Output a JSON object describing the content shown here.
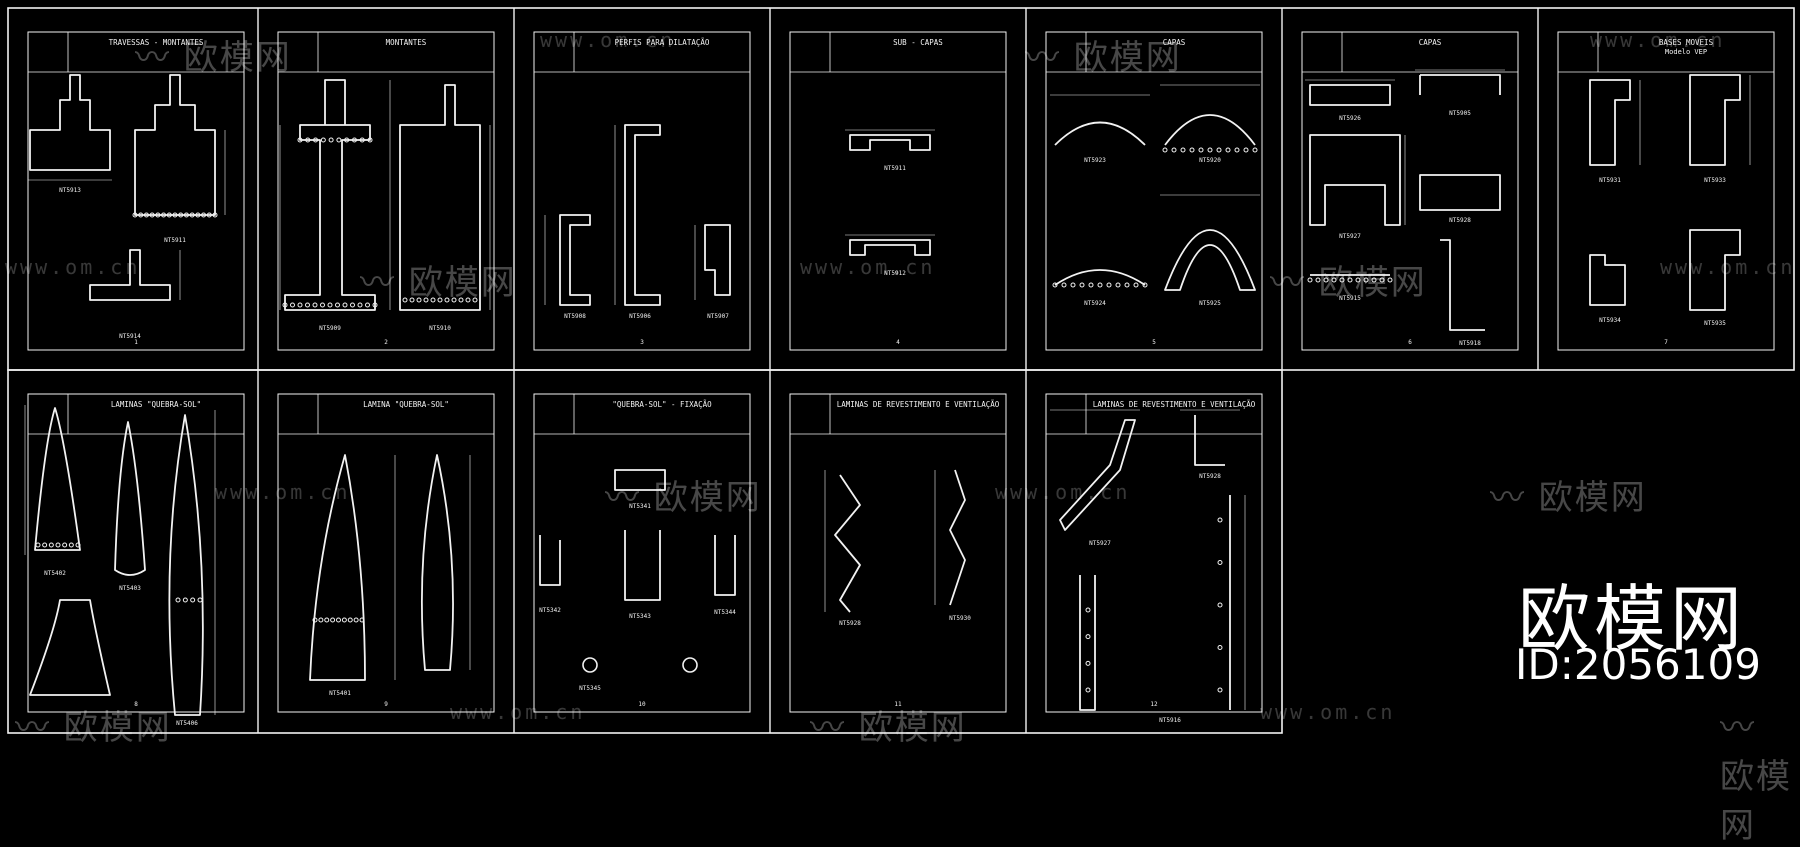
{
  "sheets": [
    {
      "title": "TRAVESSAS - MONTANTES",
      "number": "1",
      "labels": [
        "NT5913",
        "NT5911",
        "NT5914"
      ]
    },
    {
      "title": "MONTANTES",
      "number": "2",
      "labels": [
        "NT5909",
        "NT5910"
      ]
    },
    {
      "title": "PERFIS PARA DILATAÇÃO",
      "number": "3",
      "labels": [
        "NT5908",
        "NT5906",
        "NT5907"
      ]
    },
    {
      "title": "SUB - CAPAS",
      "number": "4",
      "labels": [
        "NT5911",
        "NT5912"
      ]
    },
    {
      "title": "CAPAS",
      "number": "5",
      "labels": [
        "NT5923",
        "NT5920",
        "NT5924",
        "NT5925"
      ]
    },
    {
      "title": "CAPAS",
      "number": "6",
      "labels": [
        "NT5926",
        "NT5905",
        "NT5927",
        "NT5928",
        "NT5915",
        "NT5918"
      ]
    },
    {
      "title": "BASES MOVEIS",
      "subtitle": "Modelo VEP",
      "number": "7",
      "labels": [
        "NT5931",
        "NT5933",
        "NT5934",
        "NT5935"
      ]
    },
    {
      "title": "LAMINAS \"QUEBRA-SOL\"",
      "number": "8",
      "labels": [
        "NT5402",
        "NT5403",
        "NT5406"
      ]
    },
    {
      "title": "LAMINA \"QUEBRA-SOL\"",
      "number": "9",
      "labels": [
        "NT5401"
      ]
    },
    {
      "title": "\"QUEBRA-SOL\" - FIXAÇÃO",
      "number": "10",
      "labels": [
        "NT5341",
        "NT5342",
        "NT5343",
        "NT5344",
        "NT5345"
      ]
    },
    {
      "title": "LAMINAS DE REVESTIMENTO E VENTILAÇÃO",
      "number": "11",
      "labels": [
        "NT5928",
        "NT5930"
      ]
    },
    {
      "title": "LAMINAS DE REVESTIMENTO E VENTILAÇÃO",
      "number": "12",
      "labels": [
        "NT5927",
        "NT5928",
        "NT5916"
      ]
    }
  ],
  "watermark": {
    "text": "欧模网",
    "url": "www.om.cn"
  },
  "brand": {
    "name": "欧模网",
    "id": "ID:2056109"
  }
}
